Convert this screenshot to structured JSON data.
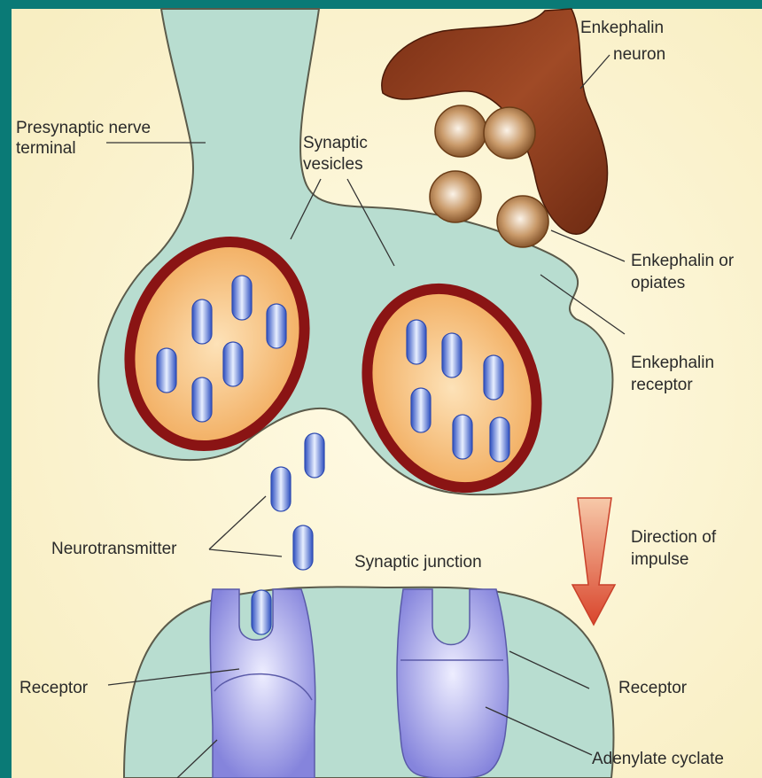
{
  "labels": {
    "presynaptic_line1": "Presynaptic nerve",
    "presynaptic_line2": "terminal",
    "synaptic_vesicles_line1": "Synaptic",
    "synaptic_vesicles_line2": "vesicles",
    "enkephalin_neuron_line1": "Enkephalin",
    "enkephalin_neuron_line2": "neuron",
    "enkephalin_opiates_line1": "Enkephalin or",
    "enkephalin_opiates_line2": "opiates",
    "enkephalin_receptor_line1": "Enkephalin",
    "enkephalin_receptor_line2": "receptor",
    "direction_line1": "Direction of",
    "direction_line2": "impulse",
    "neurotransmitter": "Neurotransmitter",
    "synaptic_junction": "Synaptic junction",
    "receptor_left": "Receptor",
    "receptor_right": "Receptor",
    "adenylate_cyclate": "Adenylate cyclate"
  },
  "colors": {
    "frame": "#0a7a76",
    "background": "#fbf4d2",
    "terminal": "#b8ddd0",
    "terminal_outline": "#5b5b4b",
    "vesicle_ring": "#8a1414",
    "vesicle_fill": "#f4b869",
    "neurotransmitter": "#3a5fcf",
    "enkephalin_neuron": "#8c3a1d",
    "receptor": "#8f8ee0",
    "arrow": "#e0563e"
  }
}
